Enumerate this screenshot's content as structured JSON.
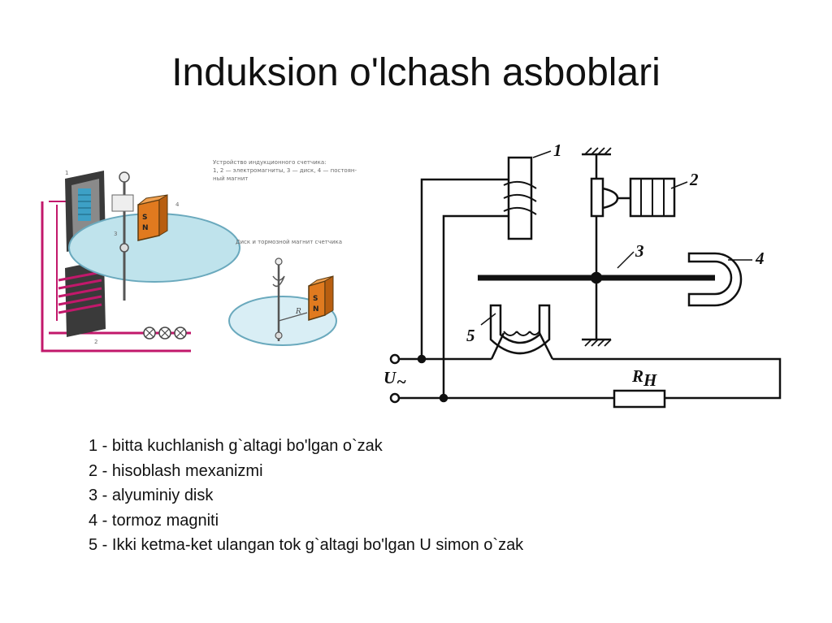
{
  "slide": {
    "title": "Induksion o'lchash asboblari"
  },
  "illustrations": {
    "caption_top_line1": "Устройство индукционного счетчика:",
    "caption_top_line2": "1, 2 — электромагниты, 3 — диск, 4 — постоян-",
    "caption_top_line3": "ный магнит",
    "caption_mid": "Диск и тормозной магнит счетчика",
    "drawing_a_label_1": "1",
    "drawing_a_label_2": "2",
    "drawing_a_label_3": "3",
    "drawing_a_label_4": "4",
    "magnet_s": "S",
    "magnet_n": "N",
    "disk_r": "R"
  },
  "schematic": {
    "label_1": "1",
    "label_2": "2",
    "label_3": "3",
    "label_4": "4",
    "label_5": "5",
    "voltage_main": "U",
    "voltage_sub": "~",
    "resistor_main": "R",
    "resistor_sub": "H"
  },
  "legend": {
    "items": [
      "1 - bitta kuchlanish g`altagi bo'lgan o`zak",
      "2 - hisoblash mexanizmi",
      "3 - alyuminiy disk",
      "4 - tormoz magniti",
      "5 - Ikki ketma-ket ulangan tok g`altagi bo'lgan U simon o`zak"
    ]
  }
}
